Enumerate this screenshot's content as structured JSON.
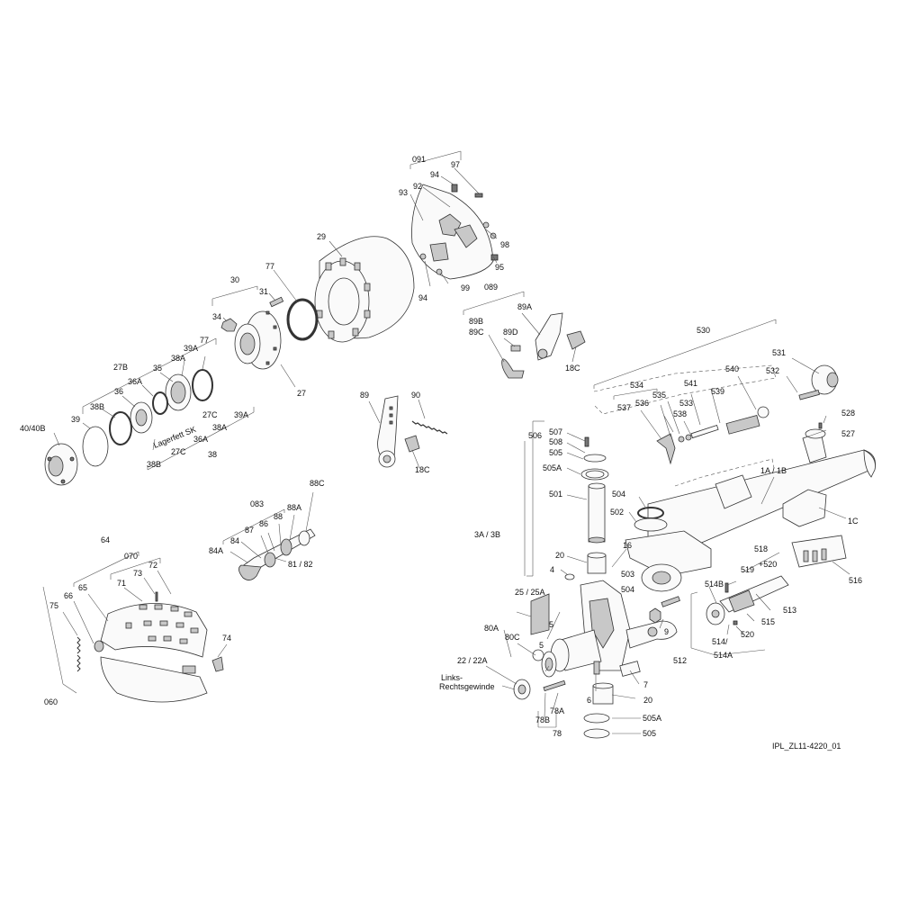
{
  "labels": {
    "l091": "091",
    "l94a": "94",
    "l97": "97",
    "l92": "92",
    "l93": "93",
    "l98": "98",
    "l95": "95",
    "l94b": "94",
    "l99": "99",
    "l29": "29",
    "l77a": "77",
    "l30": "30",
    "l31": "31",
    "l34": "34",
    "l27": "27",
    "l089": "089",
    "l89A": "89A",
    "l89B": "89B",
    "l89C": "89C",
    "l89D": "89D",
    "l18Ca": "18C",
    "l530": "530",
    "l531": "531",
    "l532": "532",
    "l540": "540",
    "l541": "541",
    "l539": "539",
    "l534": "534",
    "l535": "535",
    "l536": "536",
    "l537": "537",
    "l533": "533",
    "l538": "538",
    "l528": "528",
    "l527": "527",
    "l1AB": "1A / 1B",
    "l1C": "1C",
    "l39A": "39A",
    "l77b": "77",
    "l38Aa": "38A",
    "l27B": "27B",
    "l35": "35",
    "l36A": "36A",
    "l36": "36",
    "l38Ba": "38B",
    "l39": "39",
    "l4040B": "40/40B",
    "l27C": "27C",
    "l39Ab": "39A",
    "l38Ab": "38A",
    "l36Ab": "36A",
    "l27Cb": "27C",
    "l38Bb": "38B",
    "l38": "38",
    "lLager": "Lagerfett SK",
    "l89": "89",
    "l90": "90",
    "l18Cb": "18C",
    "l88C": "88C",
    "l083": "083",
    "l88A": "88A",
    "l88": "88",
    "l87": "87",
    "l86": "86",
    "l84": "84",
    "l84A": "84A",
    "l8182": "81 / 82",
    "l64": "64",
    "l070": "070",
    "l73": "73",
    "l72": "72",
    "l71": "71",
    "l65": "65",
    "l66": "66",
    "l75": "75",
    "l74": "74",
    "l060": "060",
    "l506": "506",
    "l507": "507",
    "l508": "508",
    "l505a": "505",
    "l505Aa": "505A",
    "l501": "501",
    "l504a": "504",
    "l502": "502",
    "l3A3B": "3A / 3B",
    "l16": "16",
    "l20a": "20",
    "l4": "4",
    "l503": "503",
    "l504b": "504",
    "l2525A": "25 / 25A",
    "l518": "518",
    "l519": "519",
    "l520a": "+520",
    "l514B": "514B",
    "l513": "513",
    "l515": "515",
    "l516": "516",
    "l514": "514/",
    "l514A": "514A",
    "l520b": "520",
    "l512": "512",
    "l80A": "80A",
    "l80C": "80C",
    "l5a": "5",
    "l5b": "5",
    "l9": "9",
    "l2222A": "22 / 22A",
    "lLinks": "Links-",
    "lRechts": "Rechtsgewinde",
    "l7": "7",
    "l6": "6",
    "l20b": "20",
    "l78A": "78A",
    "l78B": "78B",
    "l78": "78",
    "l505Ab": "505A",
    "l505b": "505",
    "lref": "IPL_ZL11-4220_01"
  }
}
